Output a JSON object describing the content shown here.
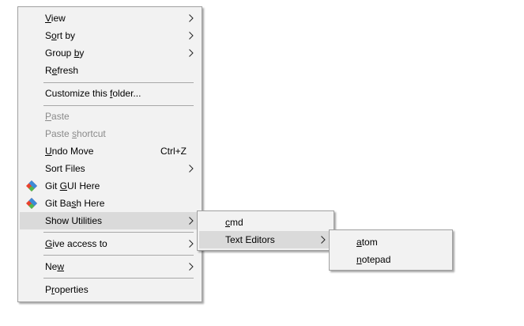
{
  "main_menu": {
    "items": [
      {
        "pre": "",
        "ul": "V",
        "post": "iew"
      },
      {
        "pre": "S",
        "ul": "o",
        "post": "rt by"
      },
      {
        "pre": "Group ",
        "ul": "b",
        "post": "y"
      },
      {
        "pre": "R",
        "ul": "e",
        "post": "fresh"
      },
      {
        "pre": "Customize this ",
        "ul": "f",
        "post": "older..."
      },
      {
        "pre": "",
        "ul": "P",
        "post": "aste"
      },
      {
        "pre": "Paste ",
        "ul": "s",
        "post": "hortcut"
      },
      {
        "pre": "",
        "ul": "U",
        "post": "ndo Move",
        "accel": "Ctrl+Z"
      },
      {
        "pre": "Sort Files",
        "ul": "",
        "post": ""
      },
      {
        "pre": "Git ",
        "ul": "G",
        "post": "UI Here"
      },
      {
        "pre": "Git Ba",
        "ul": "s",
        "post": "h Here"
      },
      {
        "pre": "Show Utilities",
        "ul": "",
        "post": ""
      },
      {
        "pre": "",
        "ul": "G",
        "post": "ive access to"
      },
      {
        "pre": "Ne",
        "ul": "w",
        "post": ""
      },
      {
        "pre": "P",
        "ul": "r",
        "post": "operties"
      }
    ]
  },
  "utilities_menu": {
    "items": [
      {
        "pre": "",
        "ul": "c",
        "post": "md"
      },
      {
        "pre": "Text Editors",
        "ul": "",
        "post": ""
      }
    ]
  },
  "editors_menu": {
    "items": [
      {
        "pre": "",
        "ul": "a",
        "post": "tom"
      },
      {
        "pre": "",
        "ul": "n",
        "post": "otepad"
      }
    ]
  },
  "icons": {
    "submenu_arrow": "chevron-right-icon",
    "git": "git-diamond-icon"
  },
  "colors": {
    "menu_bg": "#f2f2f2",
    "highlight": "#dadada",
    "disabled_text": "#8a8a8a",
    "git_red": "#e8422d",
    "git_blue": "#3c8ad8",
    "git_green": "#4eb94c"
  }
}
